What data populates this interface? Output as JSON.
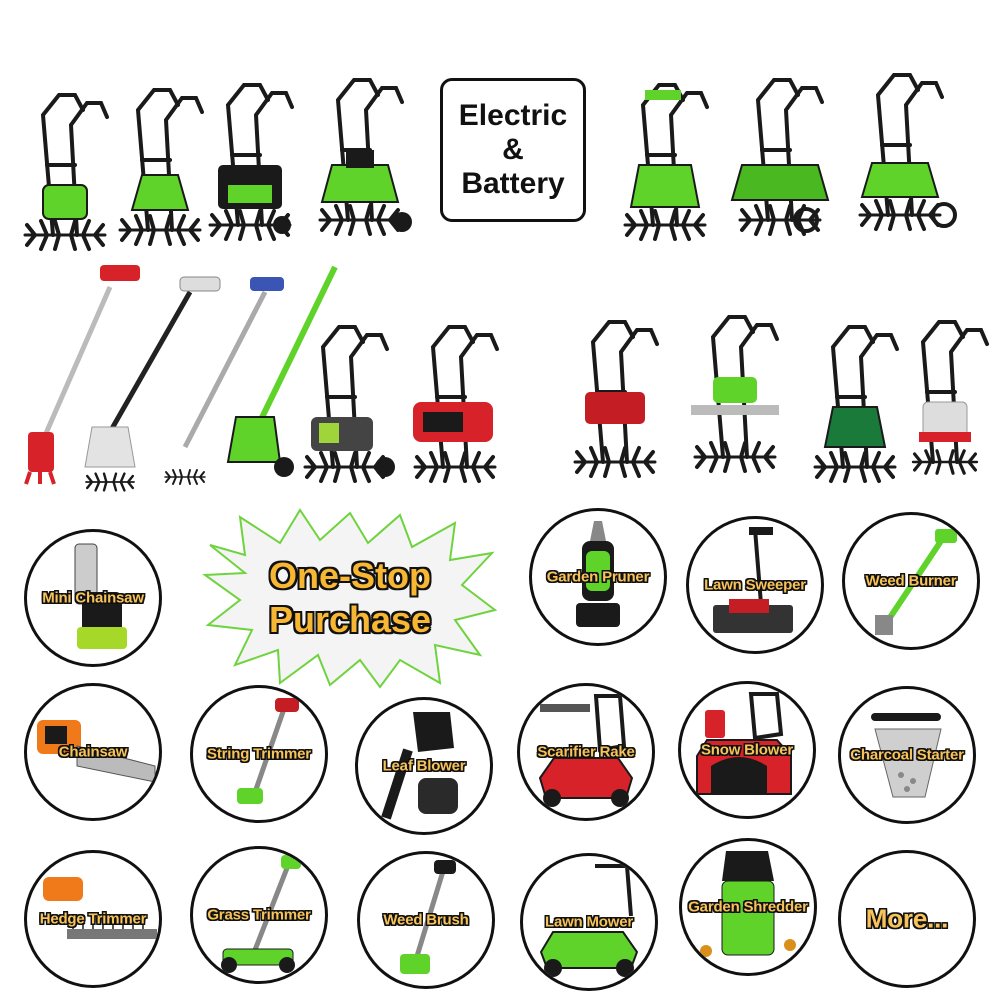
{
  "header": {
    "line1": "Electric",
    "line2": "&",
    "line3": "Battery"
  },
  "promo": {
    "line1": "One-Stop",
    "line2": "Purchase"
  },
  "colors": {
    "label_fill": "#f7c35a",
    "label_outline": "#111111",
    "tool_green": "#5fd32a",
    "tool_red": "#d8222a",
    "tool_black": "#1a1a1a"
  },
  "products": [
    {
      "label": "Mini Chainsaw",
      "icon": "mini-chainsaw-icon"
    },
    {
      "label": "Garden Pruner",
      "icon": "garden-pruner-icon"
    },
    {
      "label": "Lawn Sweeper",
      "icon": "lawn-sweeper-icon"
    },
    {
      "label": "Weed Burner",
      "icon": "weed-burner-icon"
    },
    {
      "label": "Chainsaw",
      "icon": "chainsaw-icon"
    },
    {
      "label": "String Trimmer",
      "icon": "string-trimmer-icon"
    },
    {
      "label": "Leaf Blower",
      "icon": "leaf-blower-icon"
    },
    {
      "label": "Scarifier Rake",
      "icon": "scarifier-rake-icon"
    },
    {
      "label": "Snow Blower",
      "icon": "snow-blower-icon"
    },
    {
      "label": "Charcoal Starter",
      "icon": "charcoal-starter-icon"
    },
    {
      "label": "Hedge Trimmer",
      "icon": "hedge-trimmer-icon"
    },
    {
      "label": "Grass Trimmer",
      "icon": "grass-trimmer-icon"
    },
    {
      "label": "Weed Brush",
      "icon": "weed-brush-icon"
    },
    {
      "label": "Lawn Mower",
      "icon": "lawn-mower-icon"
    },
    {
      "label": "Garden Shredder",
      "icon": "garden-shredder-icon"
    },
    {
      "label": "More...",
      "icon": ""
    }
  ]
}
